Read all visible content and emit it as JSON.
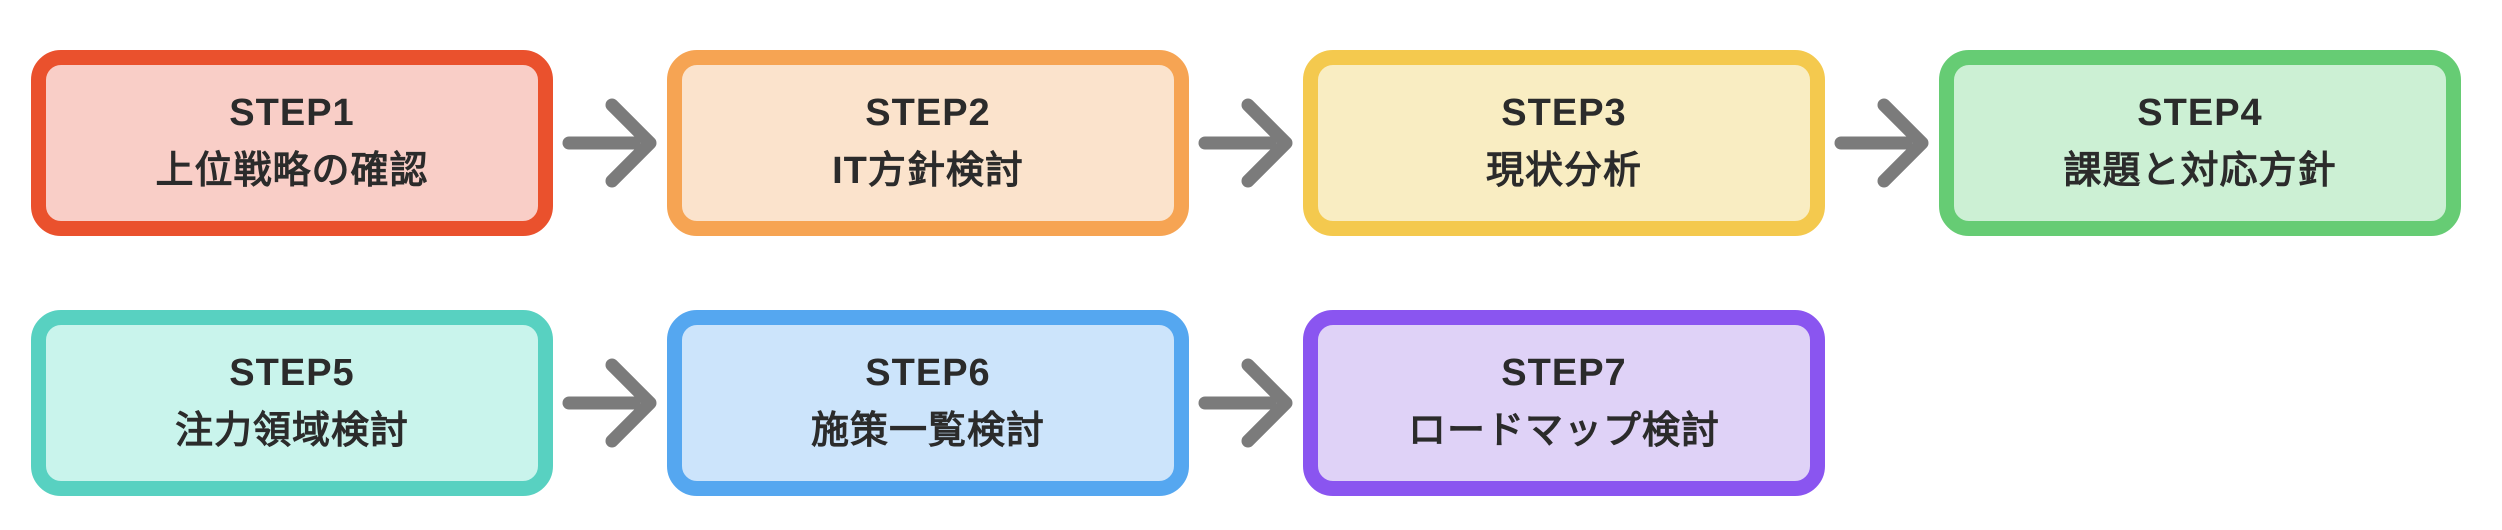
{
  "diagram": {
    "background_color": "#ffffff",
    "text_color": "#2b2b2b",
    "arrow_color": "#7b7b7b",
    "rows": [
      {
        "steps": [
          {
            "title": "STEP1",
            "subtitle": "上位戦略の確認",
            "border_color": "#ea512d",
            "fill_color": "#f9cec7"
          },
          {
            "title": "STEP2",
            "subtitle": "IT方針検討",
            "border_color": "#f6a453",
            "fill_color": "#fbe3cc"
          },
          {
            "title": "STEP3",
            "subtitle": "現状分析",
            "border_color": "#f4c94e",
            "fill_color": "#f9edc2"
          },
          {
            "title": "STEP4",
            "subtitle": "課題と対応方針",
            "border_color": "#66cc74",
            "fill_color": "#ccf0d4"
          }
        ]
      },
      {
        "steps": [
          {
            "title": "STEP5",
            "subtitle": "注力領域検討",
            "border_color": "#58d1c1",
            "fill_color": "#c9f4ec"
          },
          {
            "title": "STEP6",
            "subtitle": "施策一覧検討",
            "border_color": "#55a7f0",
            "fill_color": "#cce4fb"
          },
          {
            "title": "STEP7",
            "subtitle": "ロードマップ検討",
            "border_color": "#8a55f0",
            "fill_color": "#dfd2f7"
          }
        ]
      }
    ]
  }
}
